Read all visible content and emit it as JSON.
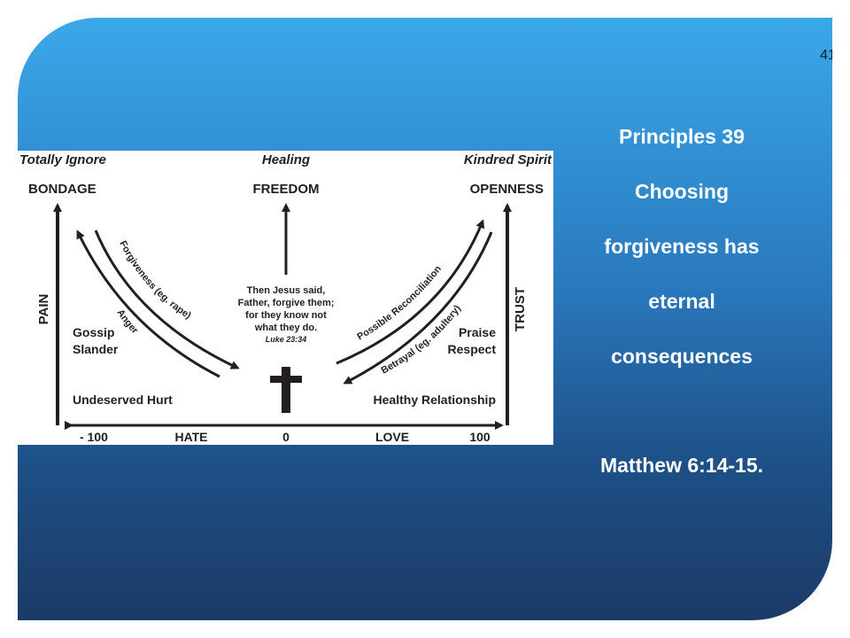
{
  "slide": {
    "number": "41",
    "title_lines": [
      "Principles 39",
      "Choosing",
      "forgiveness has",
      "eternal",
      "consequences"
    ],
    "scripture": "Matthew 6:14-15."
  },
  "diagram": {
    "top_labels": {
      "left_heading": "Totally Ignore",
      "left_state": "BONDAGE",
      "center_heading": "Healing",
      "center_state": "FREEDOM",
      "right_heading": "Kindred Spirit",
      "right_state": "OPENNESS"
    },
    "left_axis_label": "PAIN",
    "right_axis_label": "TRUST",
    "left_arrow_outer": "Forgiveness (eg. rape)",
    "left_arrow_inner": "Anger",
    "right_arrow_outer": "Possible Reconciliation",
    "right_arrow_inner": "Betrayal (eg. adultery)",
    "gossip": "Gossip",
    "slander": "Slander",
    "praise": "Praise",
    "respect": "Respect",
    "quote_lines": [
      "Then Jesus said,",
      "Father, forgive them;",
      "for they know not",
      "what they do."
    ],
    "quote_ref": "Luke 23:34",
    "undeserved_hurt": "Undeserved Hurt",
    "healthy_relationship": "Healthy Relationship",
    "axis": {
      "min": "- 100",
      "hate": "HATE",
      "zero": "0",
      "love": "LOVE",
      "max": "100"
    },
    "cross_icon": "cross-icon",
    "ink_color": "#231f20"
  }
}
